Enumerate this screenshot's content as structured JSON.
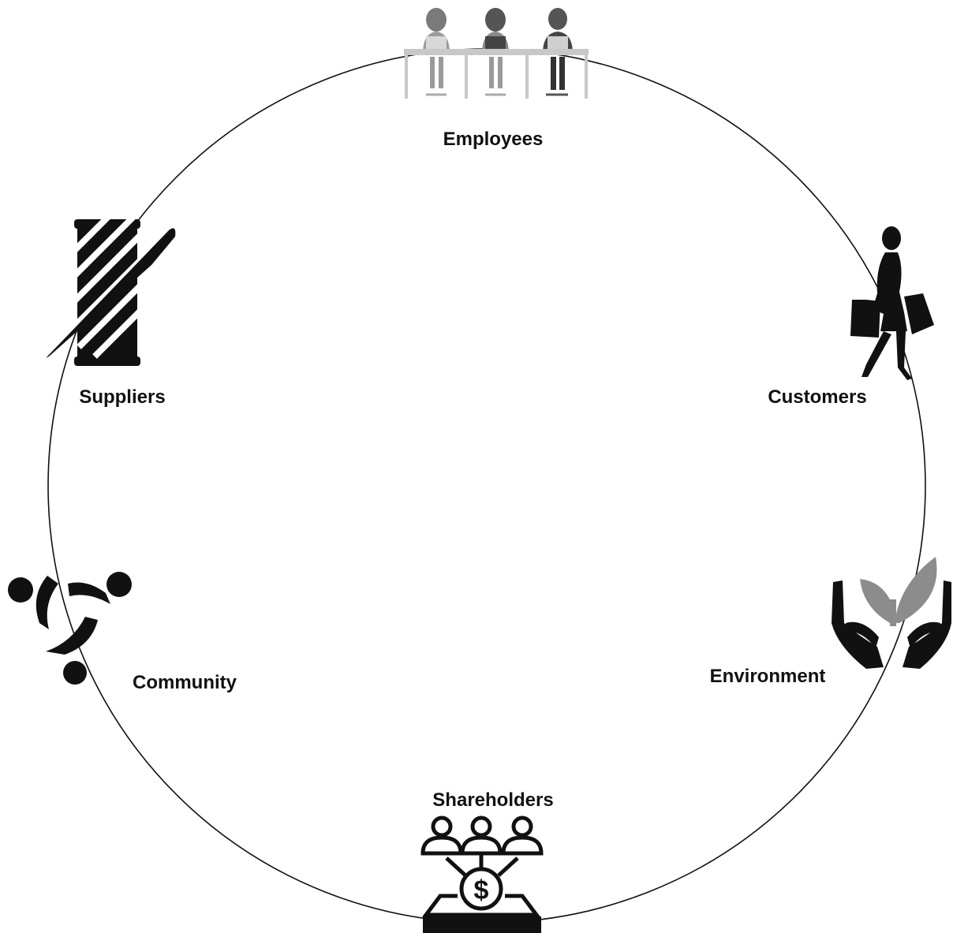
{
  "diagram": {
    "stakeholders": [
      {
        "id": "employees",
        "label": "Employees",
        "icon": "employees-at-desk-icon"
      },
      {
        "id": "customers",
        "label": "Customers",
        "icon": "shopping-woman-icon"
      },
      {
        "id": "environment",
        "label": "Environment",
        "icon": "hands-with-plant-icon"
      },
      {
        "id": "shareholders",
        "label": "Shareholders",
        "icon": "shareholders-dollar-icon"
      },
      {
        "id": "community",
        "label": "Community",
        "icon": "community-circle-icon"
      },
      {
        "id": "suppliers",
        "label": "Suppliers",
        "icon": "thread-spool-needle-icon"
      }
    ]
  },
  "colors": {
    "ink": "#111111",
    "grey": "#8c8c8c",
    "light_grey": "#c8c8c8"
  }
}
